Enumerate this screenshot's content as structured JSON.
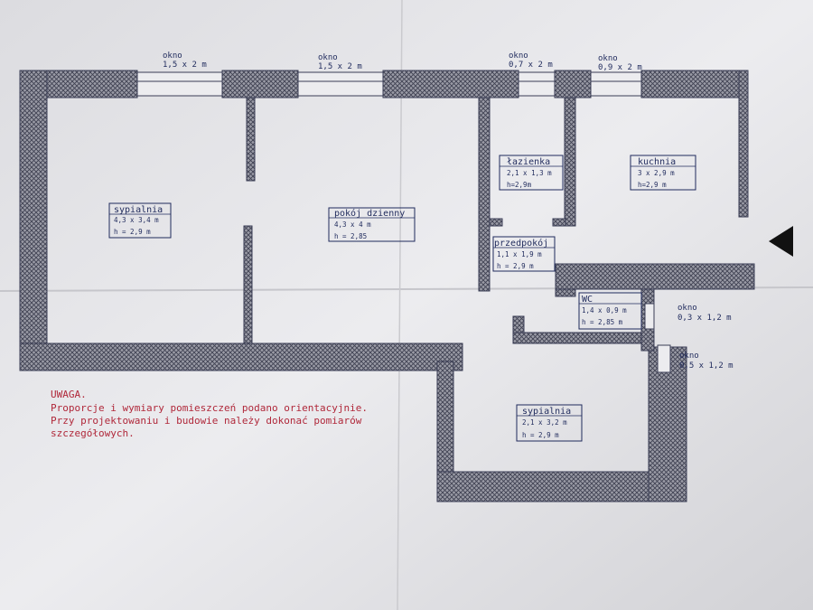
{
  "windows": [
    {
      "label": "okno",
      "dims": "1,5 x 2 m"
    },
    {
      "label": "okno",
      "dims": "1,5 x 2 m"
    },
    {
      "label": "okno",
      "dims": "0,7 x 2 m"
    },
    {
      "label": "okno",
      "dims": "0,9 x 2 m"
    },
    {
      "label": "okno",
      "dims": "0,3 x 1,2 m"
    },
    {
      "label": "okno",
      "dims": "0,5 x 1,2 m"
    }
  ],
  "rooms": [
    {
      "name": "sypialnia",
      "dims": "4,3 x 3,4 m",
      "height": "h = 2,9 m"
    },
    {
      "name": "pokój dzienny",
      "dims": "4,3 x 4 m",
      "height": "h = 2,85"
    },
    {
      "name": "łazienka",
      "dims": "2,1 x 1,3 m",
      "height": "h=2,9m"
    },
    {
      "name": "kuchnia",
      "dims": "3 x 2,9 m",
      "height": "h=2,9 m"
    },
    {
      "name": "przedpokój",
      "dims": "1,1 x 1,9 m",
      "height": "h = 2,9 m"
    },
    {
      "name": "WC",
      "dims": "1,4 x 0,9 m",
      "height": "h = 2,85 m"
    },
    {
      "name": "sypialnia",
      "dims": "2,1 x 3,2 m",
      "height": "h = 2,9 m"
    }
  ],
  "note": {
    "title": "UWAGA.",
    "line1": "Proporcje i wymiary pomieszczeń podano orientacyjnie.",
    "line2": "Przy projektowaniu i budowie należy dokonać pomiarów",
    "line3": "szczegółowych."
  },
  "colors": {
    "paper": "#e9e9ec",
    "wall_line": "#3a3d55",
    "label": "#1f2a5c",
    "note": "#b0283a"
  }
}
